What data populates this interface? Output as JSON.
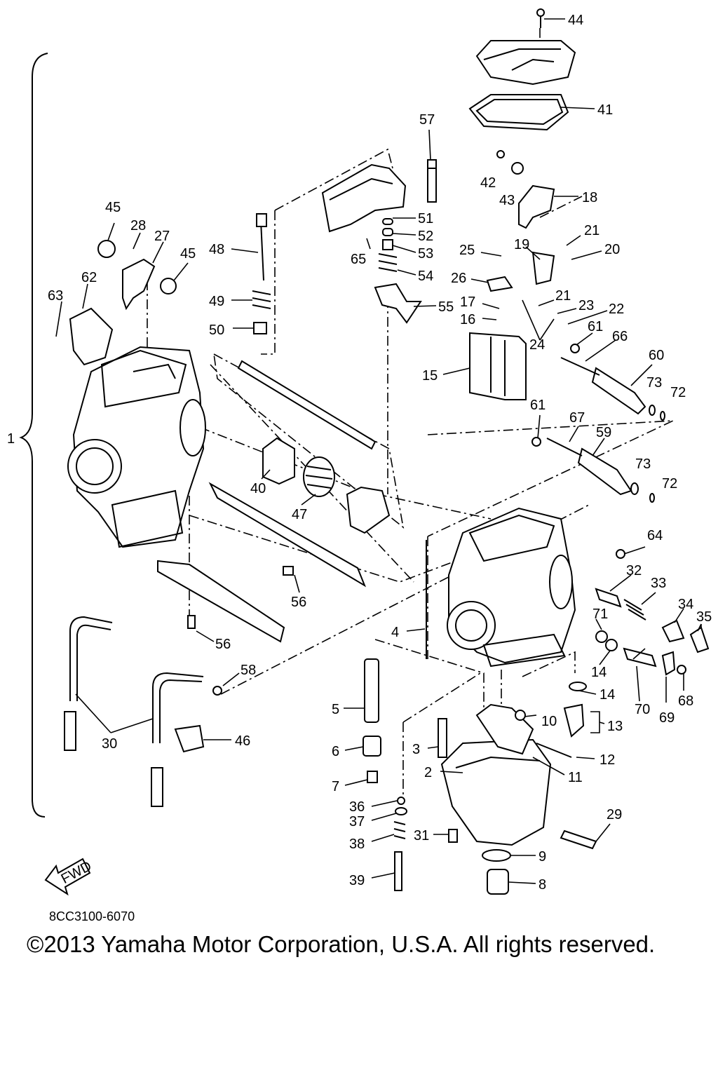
{
  "diagram": {
    "code": "8CC3100-6070",
    "copyright": "©2013 Yamaha Motor Corporation, U.S.A. All rights reserved.",
    "direction_marker": "FWD",
    "callouts": [
      "1",
      "2",
      "3",
      "4",
      "5",
      "6",
      "7",
      "8",
      "9",
      "10",
      "11",
      "12",
      "13",
      "14",
      "14",
      "15",
      "16",
      "17",
      "18",
      "19",
      "20",
      "21",
      "21",
      "22",
      "23",
      "24",
      "25",
      "26",
      "27",
      "28",
      "29",
      "30",
      "31",
      "32",
      "33",
      "34",
      "35",
      "36",
      "37",
      "38",
      "39",
      "40",
      "41",
      "42",
      "43",
      "44",
      "45",
      "45",
      "46",
      "47",
      "48",
      "49",
      "50",
      "51",
      "52",
      "53",
      "54",
      "55",
      "56",
      "56",
      "57",
      "58",
      "59",
      "60",
      "61",
      "61",
      "62",
      "63",
      "64",
      "65",
      "66",
      "67",
      "68",
      "69",
      "70",
      "71",
      "72",
      "72",
      "73",
      "73"
    ]
  }
}
